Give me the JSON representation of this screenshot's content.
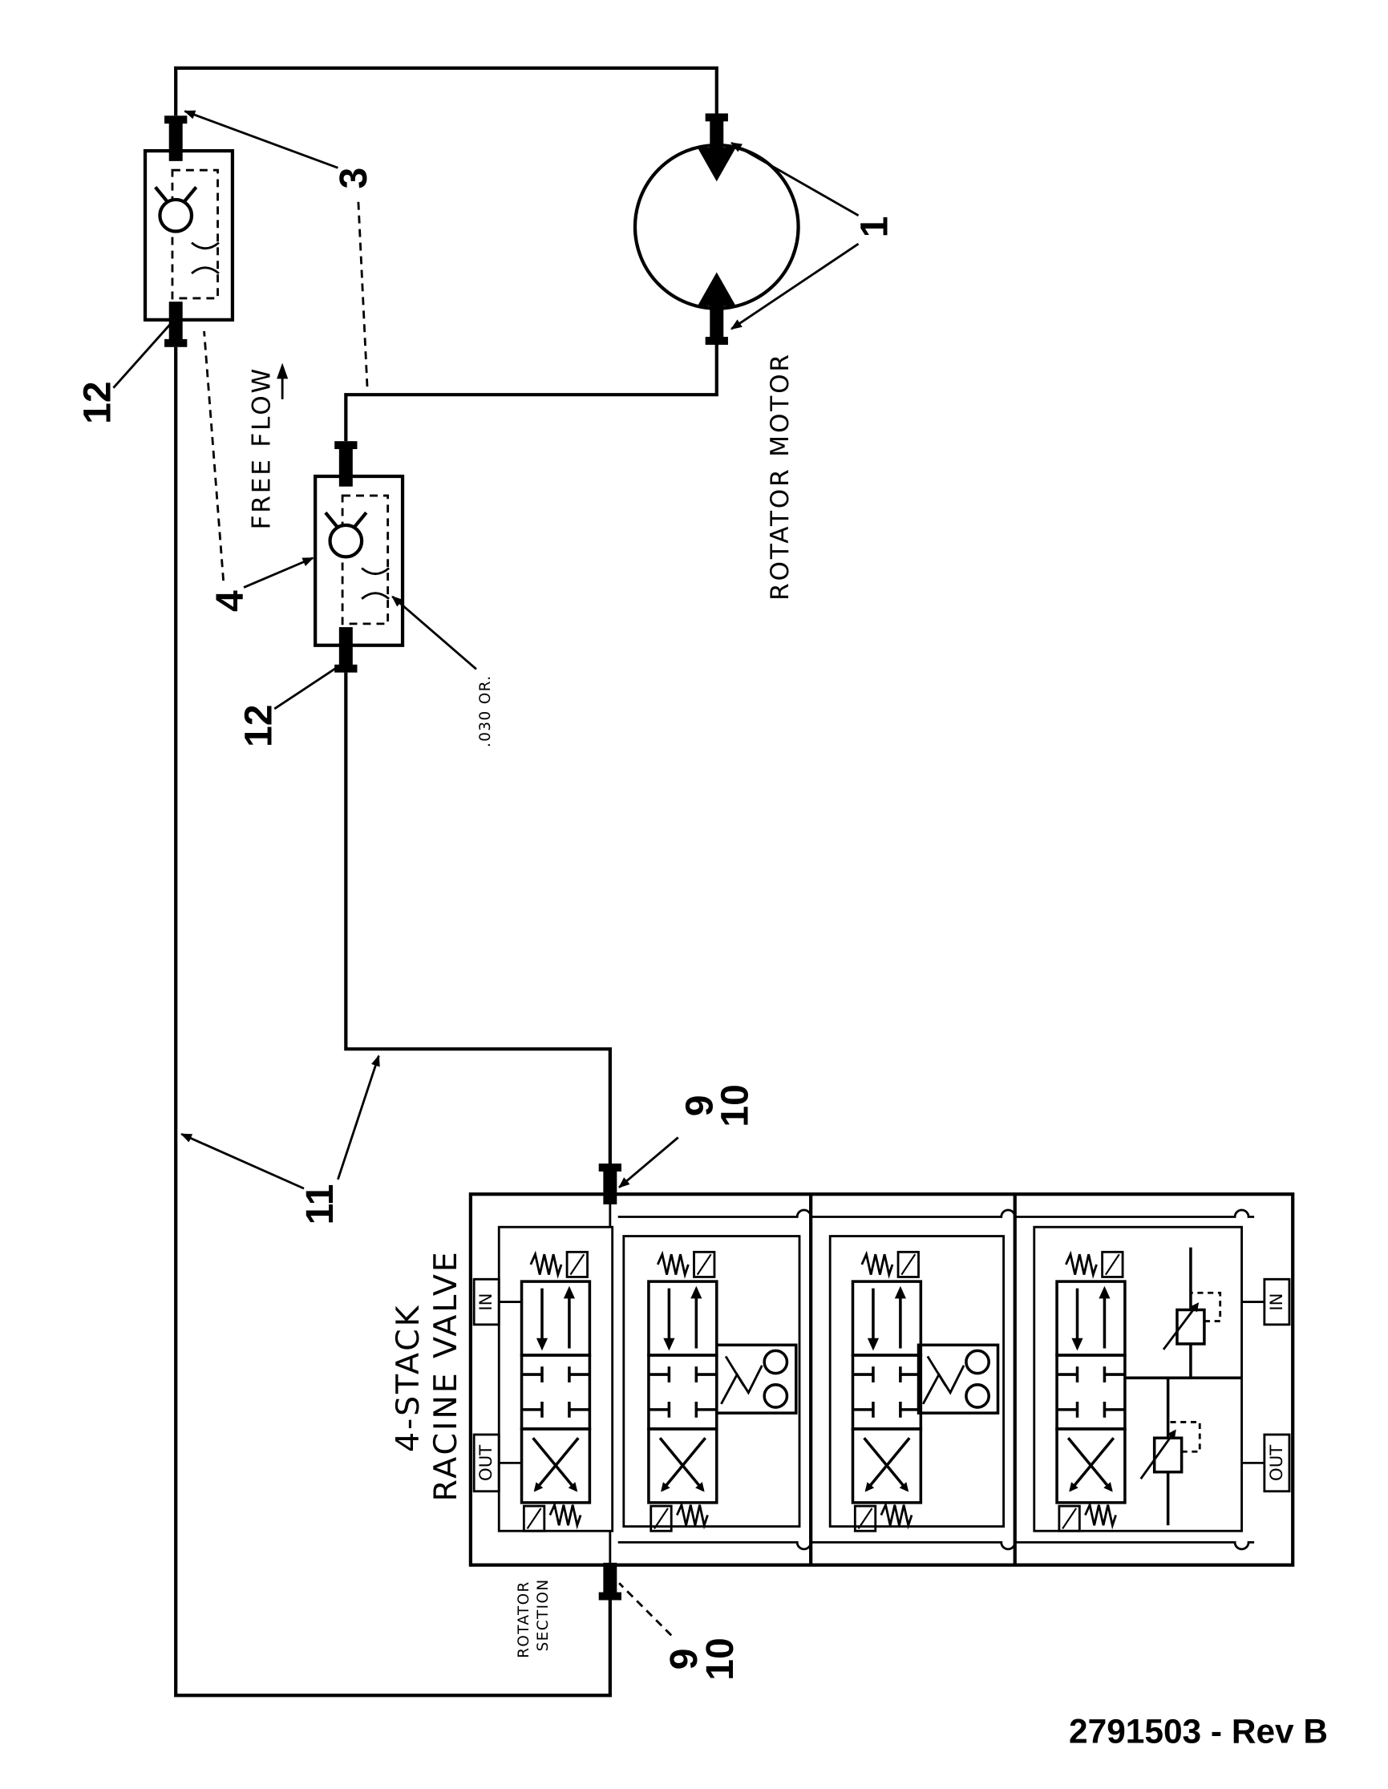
{
  "labels": {
    "valve_title_line1": "4-STACK",
    "valve_title_line2": "RACINE VALVE",
    "motor": "ROTATOR MOTOR",
    "free_flow": "FREE FLOW",
    "orifice": ".030 OR.",
    "rotator_section_line1": "ROTATOR",
    "rotator_section_line2": "SECTION",
    "port_in": "IN",
    "port_out": "OUT",
    "drawing_number": "2791503 - Rev B"
  },
  "callouts": {
    "n1": "1",
    "n3": "3",
    "n4": "4",
    "n9": "9",
    "n10": "10",
    "n11": "11",
    "n12": "12"
  }
}
